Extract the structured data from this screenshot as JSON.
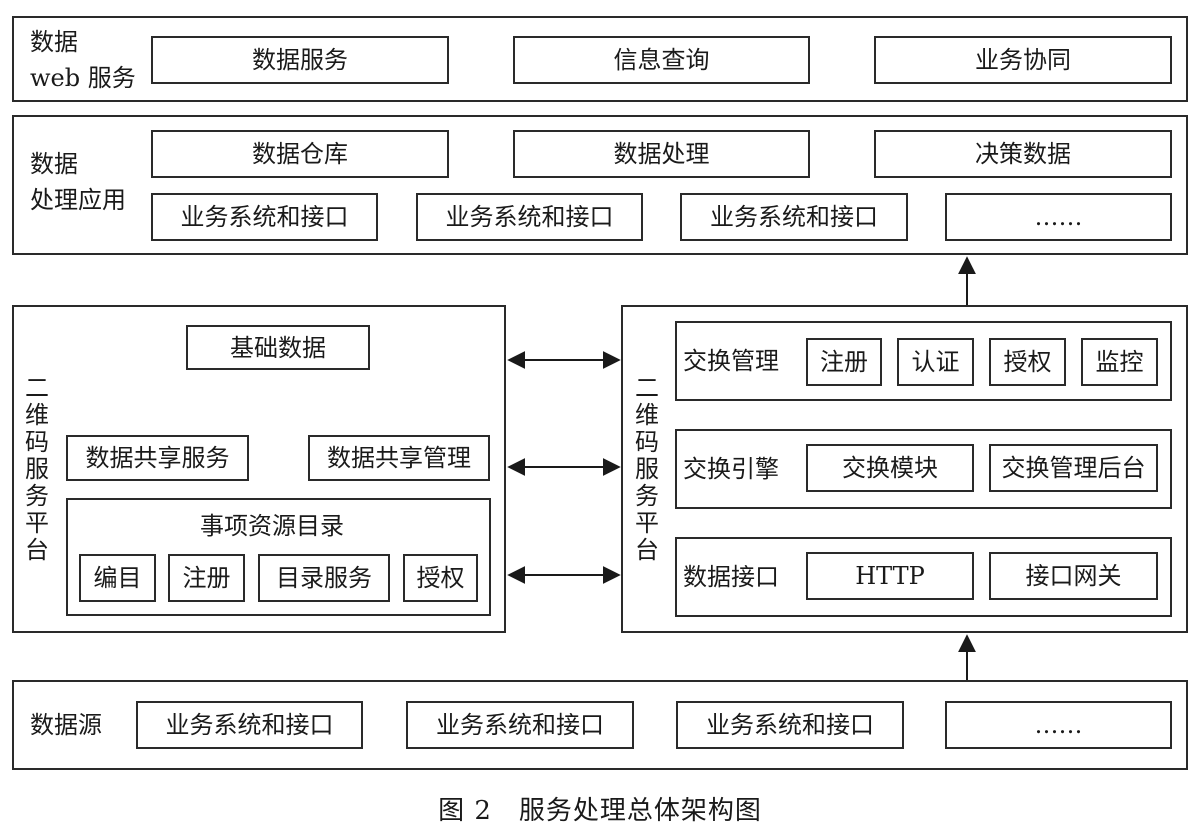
{
  "web_service": {
    "label_line1": "数据",
    "label_line2": "web 服务",
    "items": [
      "数据服务",
      "信息查询",
      "业务协同"
    ]
  },
  "processing_app": {
    "label_line1": "数据",
    "label_line2": "处理应用",
    "row1": [
      "数据仓库",
      "数据处理",
      "决策数据"
    ],
    "row2": [
      "业务系统和接口",
      "业务系统和接口",
      "业务系统和接口",
      "……"
    ]
  },
  "left_platform": {
    "title": "二维码服务平台",
    "basic_data": "基础数据",
    "share_service": "数据共享服务",
    "share_manage": "数据共享管理",
    "catalog": {
      "title": "事项资源目录",
      "items": [
        "编目",
        "注册",
        "目录服务",
        "授权"
      ]
    }
  },
  "right_platform": {
    "title": "二维码服务平台",
    "exchange_manage": {
      "label": "交换管理",
      "items": [
        "注册",
        "认证",
        "授权",
        "监控"
      ]
    },
    "exchange_engine": {
      "label": "交换引擎",
      "items": [
        "交换模块",
        "交换管理后台"
      ]
    },
    "data_interface": {
      "label": "数据接口",
      "items": [
        "HTTP",
        "接口网关"
      ]
    }
  },
  "data_source": {
    "label": "数据源",
    "items": [
      "业务系统和接口",
      "业务系统和接口",
      "业务系统和接口",
      "……"
    ]
  },
  "caption": "图 2　服务处理总体架构图"
}
